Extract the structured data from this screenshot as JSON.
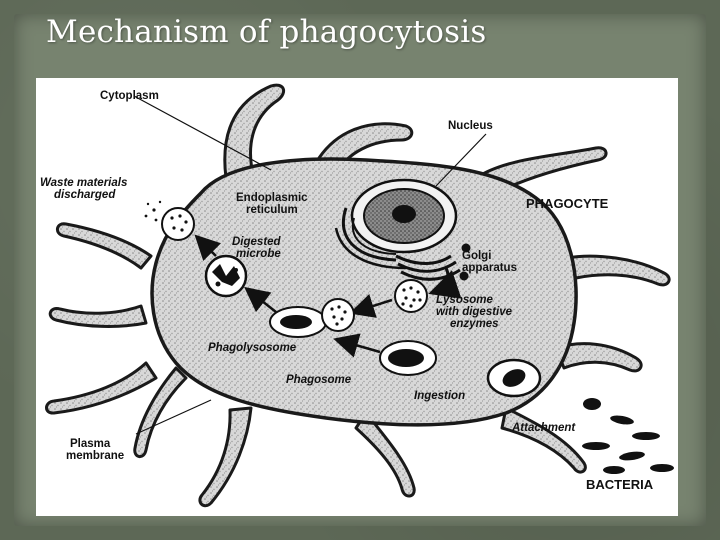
{
  "slide": {
    "title": "Mechanism of phagocytosis"
  },
  "diagram": {
    "labels": {
      "cytoplasm": "Cytoplasm",
      "nucleus": "Nucleus",
      "phagocyte": "PHAGOCYTE",
      "waste_line1": "Waste materials",
      "waste_line2": "discharged",
      "er_line1": "Endoplasmic",
      "er_line2": "reticulum",
      "digested_line1": "Digested",
      "digested_line2": "microbe",
      "golgi_line1": "Golgi",
      "golgi_line2": "apparatus",
      "lysosome_line1": "Lysosome",
      "lysosome_line2": "with digestive",
      "lysosome_line3": "enzymes",
      "phagolysosome": "Phagolysosome",
      "phagosome": "Phagosome",
      "ingestion": "Ingestion",
      "attachment": "Attachment",
      "plasma_line1": "Plasma",
      "plasma_line2": "membrane",
      "bacteria": "BACTERIA"
    }
  }
}
